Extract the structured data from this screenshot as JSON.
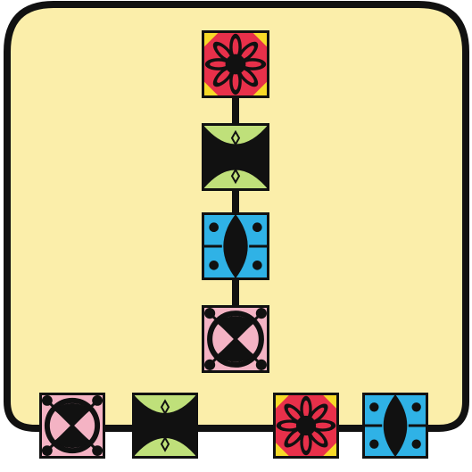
{
  "board": {
    "background": "#fbeeaa",
    "outline": "#111111",
    "tile_colors": {
      "flower_bg": "#e8304a",
      "flower_corner": "#f7d928",
      "lime": "#bfe07a",
      "blue": "#2fb2e6",
      "pink": "#f4b3c4",
      "ink": "#111111"
    }
  },
  "column_tiles": [
    {
      "name": "tile-flower-top",
      "kind": "flower"
    },
    {
      "name": "tile-lime-hourglass",
      "kind": "lime"
    },
    {
      "name": "tile-blue-lens",
      "kind": "blue"
    },
    {
      "name": "tile-pink-ring",
      "kind": "pink"
    }
  ],
  "row_tiles": [
    {
      "name": "tile-row-pink-ring",
      "kind": "pink"
    },
    {
      "name": "tile-row-lime-hourglass",
      "kind": "lime"
    },
    {
      "name": "tile-row-flower",
      "kind": "flower"
    },
    {
      "name": "tile-row-blue-lens",
      "kind": "blue"
    }
  ]
}
